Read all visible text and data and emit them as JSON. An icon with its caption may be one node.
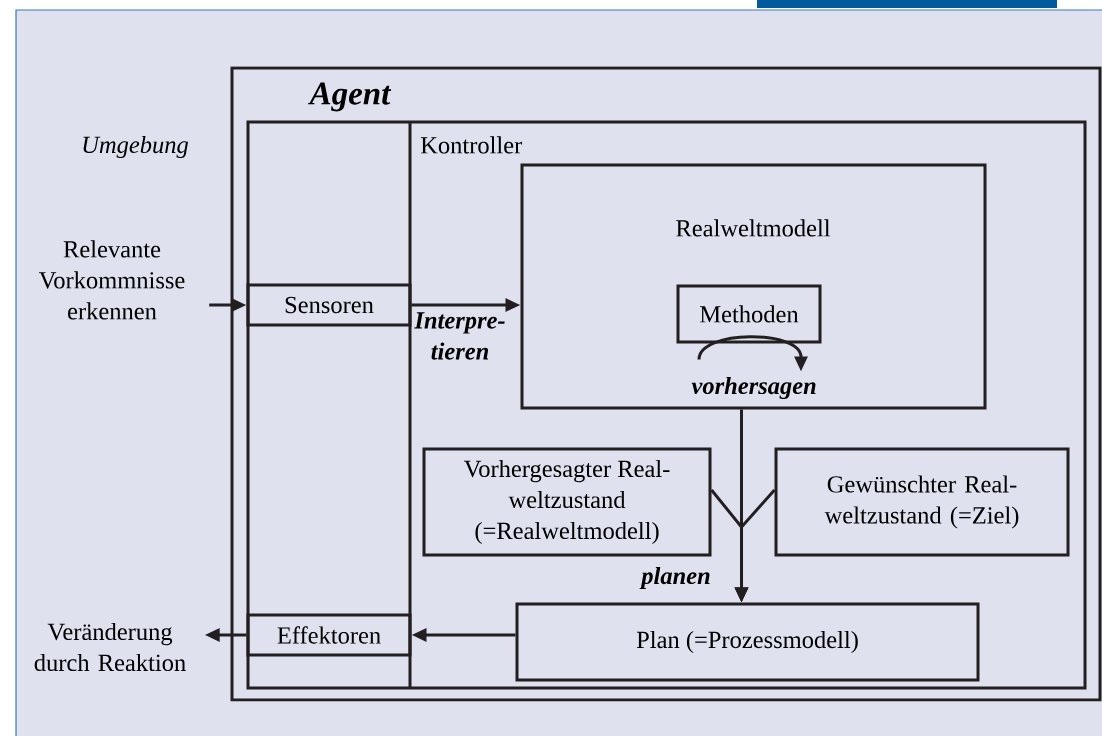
{
  "diagram": {
    "nodes": [
      {
        "text": [
          "Umgebung"
        ]
      },
      {
        "text": [
          "Agent"
        ],
        "in": 0
      },
      {
        "text": [
          "Kontroller"
        ],
        "in": 1
      },
      {
        "text": [
          "Sensoren"
        ],
        "in": 2
      },
      {
        "text": [
          "Effektoren"
        ],
        "in": 2
      },
      {
        "text": [
          "Realweltmodell"
        ],
        "in": 2
      },
      {
        "text": [
          "Methoden"
        ],
        "in": 5
      },
      {
        "text": [
          "Vorhergesagter Real- weltzustand (=Realweltmodell)"
        ],
        "in": 2
      },
      {
        "text": [
          "Gewünschter Real- weltzustand (=Ziel)"
        ],
        "in": 2
      },
      {
        "text": [
          "Plan (=Prozessmodell)"
        ],
        "in": 2
      },
      {
        "text": [
          "Relevante Vorkommnisse erkennen"
        ],
        "in": 0
      },
      {
        "text": [
          "Veränderung durch Reaktion"
        ],
        "in": 0
      }
    ],
    "edges": [
      {
        "from": 10,
        "to": 3,
        "arrow": "to"
      },
      {
        "from": 3,
        "to": 5,
        "arrow": "to",
        "label": "Interpre- tieren"
      },
      {
        "from": 6,
        "to": 6,
        "arrow": "to",
        "label": "vorhersagen"
      },
      {
        "from": 5,
        "to": 9,
        "arrow": "to",
        "label": "planen"
      },
      {
        "from": 7,
        "to": 9,
        "arrow": "to"
      },
      {
        "from": 8,
        "to": 9,
        "arrow": "to"
      },
      {
        "from": 9,
        "to": 4,
        "arrow": "to"
      },
      {
        "from": 4,
        "to": 11,
        "arrow": "to"
      }
    ]
  }
}
